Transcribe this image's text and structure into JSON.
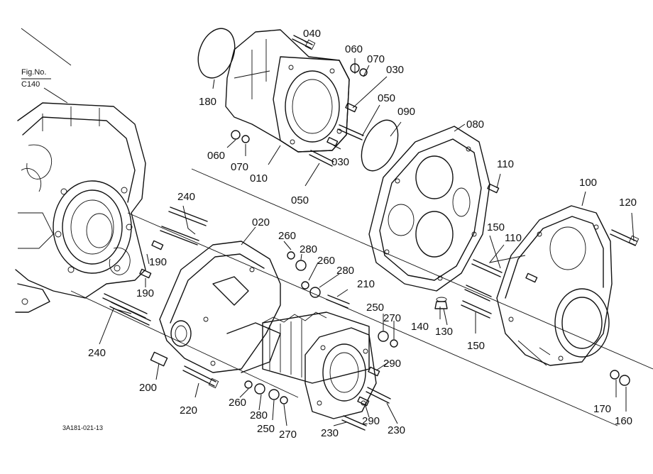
{
  "figure_ref": {
    "line1": "Fig.No.",
    "line2": "C140"
  },
  "drawing_code": "3A181-021-13",
  "labels": {
    "p040": "040",
    "p060a": "060",
    "p070a": "070",
    "p030a": "030",
    "p180": "180",
    "p050a": "050",
    "p090": "090",
    "p060b": "060",
    "p070b": "070",
    "p010": "010",
    "p030b": "030",
    "p080": "080",
    "p110a": "110",
    "p050b": "050",
    "p100": "100",
    "p120": "120",
    "p240a": "240",
    "p020": "020",
    "p260a": "260",
    "p150a": "150",
    "p110b": "110",
    "p280a": "280",
    "p260b": "260",
    "p190a": "190",
    "p280b": "280",
    "p190b": "190",
    "p210": "210",
    "p250a": "250",
    "p270a": "270",
    "p140": "140",
    "p130": "130",
    "p240b": "240",
    "p150b": "150",
    "p290a": "290",
    "p200": "200",
    "p260c": "260",
    "p220": "220",
    "p280c": "280",
    "p170": "170",
    "p250b": "250",
    "p270b": "270",
    "p290b": "290",
    "p230a": "230",
    "p230b": "230",
    "p160": "160"
  }
}
